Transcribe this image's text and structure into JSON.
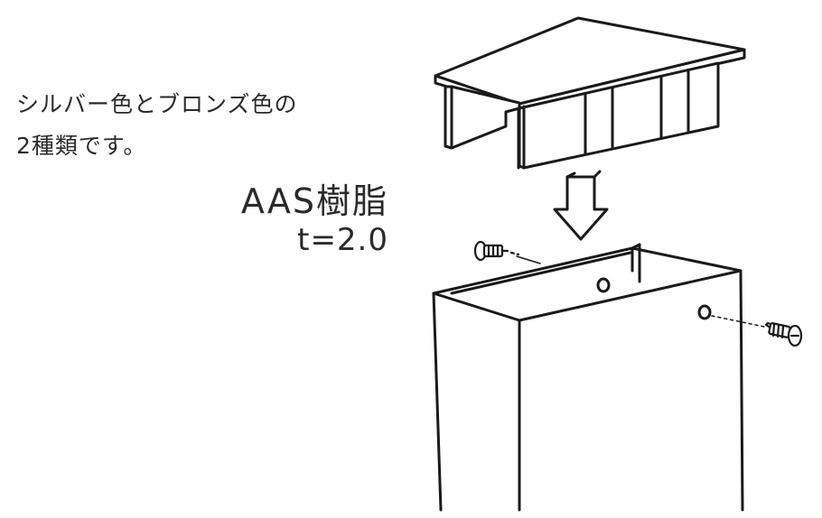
{
  "caption": {
    "line1": "シルバー色とブロンズ色の",
    "line2": "2種類です。"
  },
  "material": {
    "name": "AAS樹脂",
    "thickness": "t=2.0"
  },
  "colors": {
    "ink": "#2a2a2a",
    "line": "#1a1a1a",
    "background": "#ffffff"
  },
  "icons": [
    "cap-part",
    "down-arrow",
    "screw",
    "post-body"
  ]
}
